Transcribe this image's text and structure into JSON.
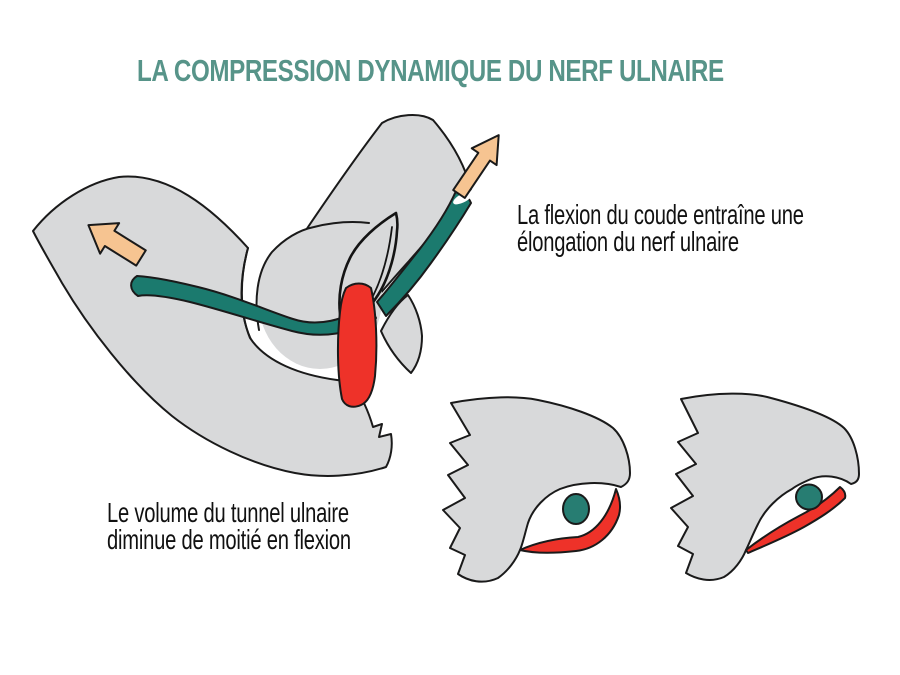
{
  "title": {
    "text": "LA COMPRESSION DYNAMIQUE DU NERF ULNAIRE"
  },
  "annotations": {
    "flexion_line1": "La flexion du coude entraîne une",
    "flexion_line2": "élongation du nerf ulnaire",
    "volume_line1": "Le volume du tunnel ulnaire",
    "volume_line2": "diminue de moitié en flexion"
  },
  "colors": {
    "title_teal": "#579489",
    "text_black": "#111111",
    "bone_gray": "#D8D9DA",
    "outline_black": "#1A1A1A",
    "nerve_teal": "#1B7A6E",
    "nerve_teal_section": "#277D72",
    "ligament_red": "#EE3229",
    "arrow_peach": "#F6C491",
    "highlight_white": "#FFFFFF"
  },
  "figure": {
    "main_diagram_name": "flexed-elbow-with-ulnar-nerve",
    "icons": [
      "traction-arrow-up-right",
      "traction-arrow-left"
    ],
    "cross_sections": [
      {
        "name": "ulnar-tunnel-extension",
        "tunnel_state": "open"
      },
      {
        "name": "ulnar-tunnel-flexion",
        "tunnel_state": "compressed"
      }
    ]
  }
}
